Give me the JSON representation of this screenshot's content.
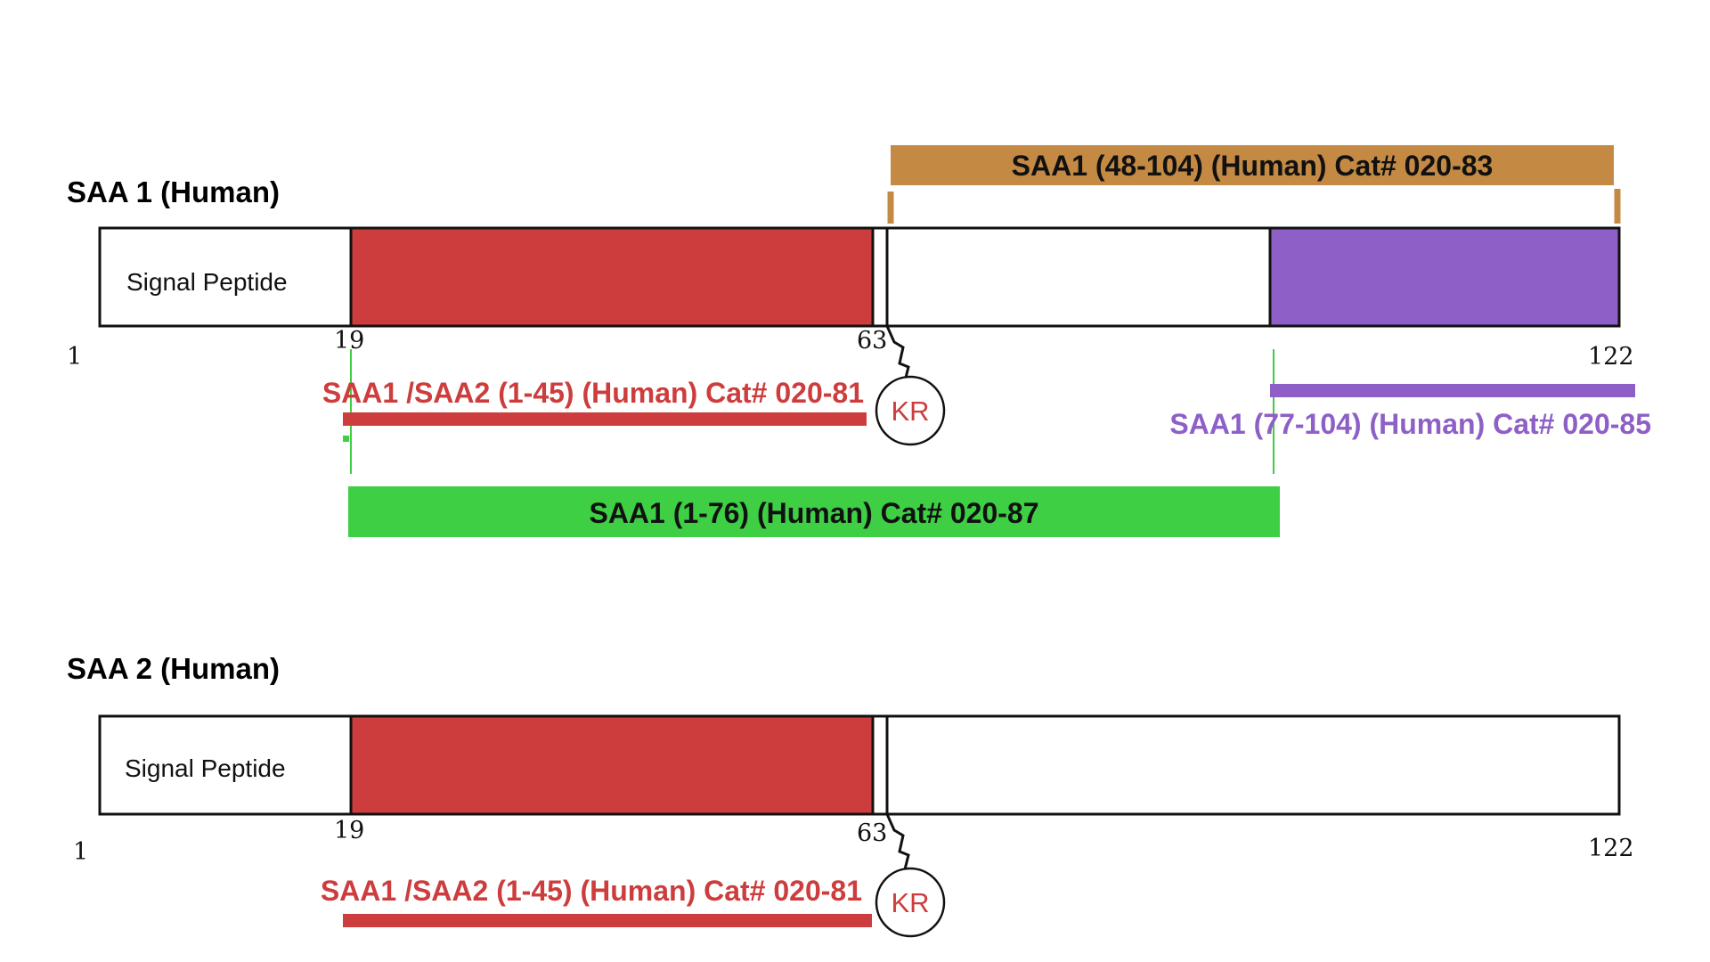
{
  "colors": {
    "red": "#cd3d3d",
    "purple": "#8e5fc6",
    "green": "#3ecf45",
    "gold": "#c48a44",
    "outline": "#111111"
  },
  "saa1": {
    "title": "SAA 1 (Human)",
    "signal_label": "Signal Peptide",
    "num_start": "1",
    "num_19": "19",
    "num_63": "63",
    "num_end": "122",
    "kr_label": "KR",
    "label_020_83": "SAA1 (48-104) (Human) Cat# 020-83",
    "label_020_81": "SAA1 /SAA2 (1-45) (Human) Cat# 020-81",
    "label_020_85": "SAA1 (77-104) (Human) Cat# 020-85",
    "label_020_87": "SAA1 (1-76) (Human) Cat# 020-87"
  },
  "saa2": {
    "title": "SAA 2 (Human)",
    "signal_label": "Signal Peptide",
    "num_start": "1",
    "num_19": "19",
    "num_63": "63",
    "num_end": "122",
    "kr_label": "KR",
    "label_020_81": "SAA1 /SAA2 (1-45) (Human) Cat# 020-81"
  }
}
